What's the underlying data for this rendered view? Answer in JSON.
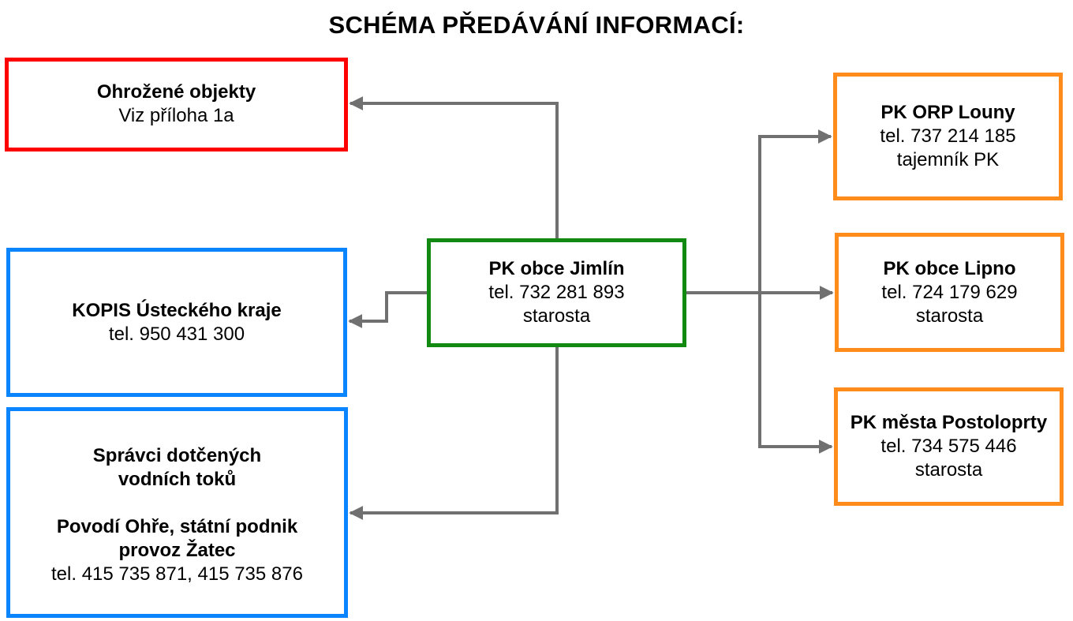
{
  "title": "SCHÉMA PŘEDÁVÁNÍ INFORMACÍ:",
  "colors": {
    "red": "#ff0000",
    "blue": "#0a84ff",
    "green": "#128a12",
    "orange": "#ff8c1a",
    "connector": "#707070"
  },
  "boxes": {
    "ohrozene": {
      "name": "Ohrožené objekty",
      "detail": "Viz příloha 1a"
    },
    "kopis": {
      "name": "KOPIS Ústeckého kraje",
      "phone": "tel. 950 431 300"
    },
    "spravci": {
      "heading_line1": "Správci dotčených",
      "heading_line2": "vodních toků",
      "org_line1": "Povodí Ohře, státní podnik",
      "org_line2": "provoz Žatec",
      "phone": "tel. 415 735 871, 415 735 876"
    },
    "jimlin": {
      "name": "PK obce Jimlín",
      "phone": "tel. 732 281 893",
      "role": "starosta"
    },
    "louny": {
      "name": "PK ORP Louny",
      "phone": "tel. 737 214 185",
      "role": "tajemník PK"
    },
    "lipno": {
      "name": "PK obce Lipno",
      "phone": "tel. 724 179 629",
      "role": "starosta"
    },
    "postoloprty": {
      "name": "PK města Postoloprty",
      "phone": "tel. 734 575 446",
      "role": "starosta"
    }
  }
}
